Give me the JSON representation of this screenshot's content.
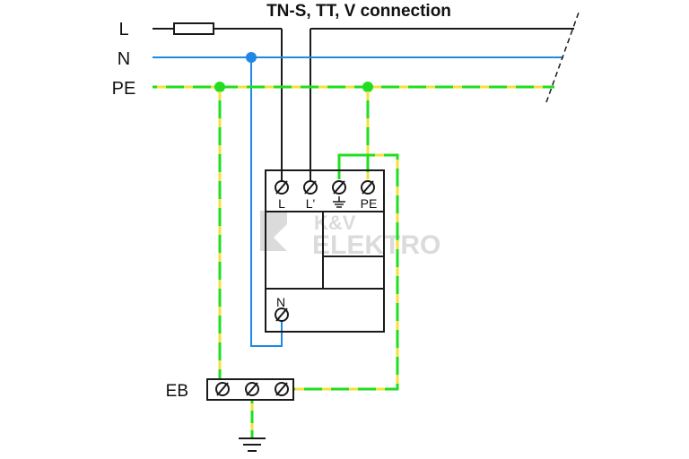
{
  "title": "TN-S, TT, V connection",
  "conductors": {
    "l": "L",
    "n": "N",
    "pe": "PE"
  },
  "device": {
    "terminals": {
      "l": "L",
      "l_prime": "L'",
      "pe": "PE",
      "n": "N"
    }
  },
  "earthing_bar": {
    "label": "EB"
  },
  "watermark": {
    "line1": "K&V",
    "line2": "ELEKTRO"
  },
  "colors": {
    "phase_wire": "#1a1a1a",
    "neutral_wire": "#1e88e5",
    "pe_green": "#22dd22",
    "pe_yellow": "#f2e23a",
    "outline": "#1a1a1a",
    "watermark": "#d8d8d8"
  },
  "icons": {
    "fuse": "fuse-icon",
    "terminal": "screw-terminal-icon",
    "earth": "earth-ground-icon"
  }
}
